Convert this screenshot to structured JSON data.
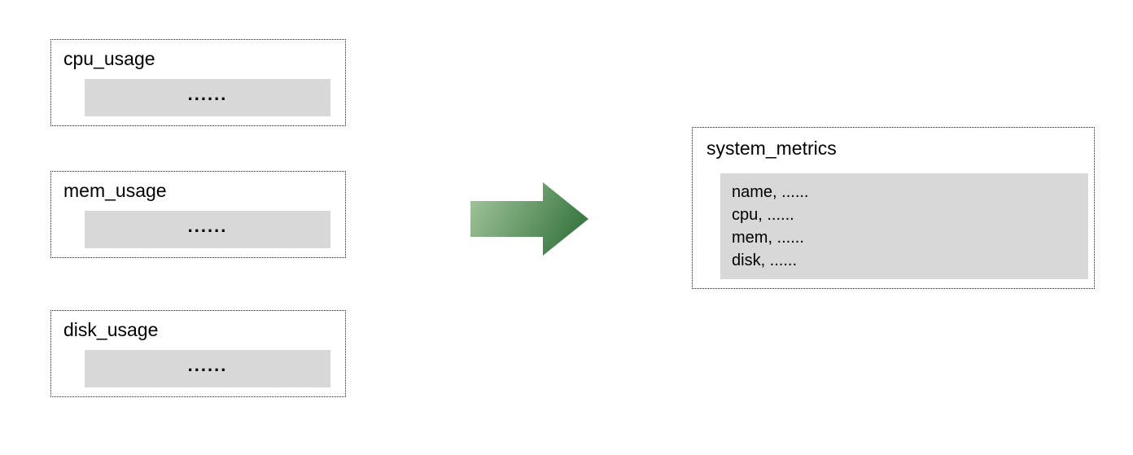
{
  "diagram": {
    "sources": [
      {
        "title": "cpu_usage",
        "body": "......"
      },
      {
        "title": "mem_usage",
        "body": "......"
      },
      {
        "title": "disk_usage",
        "body": "......"
      }
    ],
    "target": {
      "title": "system_metrics",
      "rows": [
        "name, ......",
        "cpu, ......",
        "mem, ......",
        "disk, ......"
      ]
    },
    "arrow": {
      "direction": "right",
      "color_start": "#a6c89f",
      "color_end": "#3d7a45"
    }
  },
  "colors": {
    "panel_fill": "#d8d8d8",
    "border": "#1a1a1a",
    "background": "#ffffff"
  }
}
